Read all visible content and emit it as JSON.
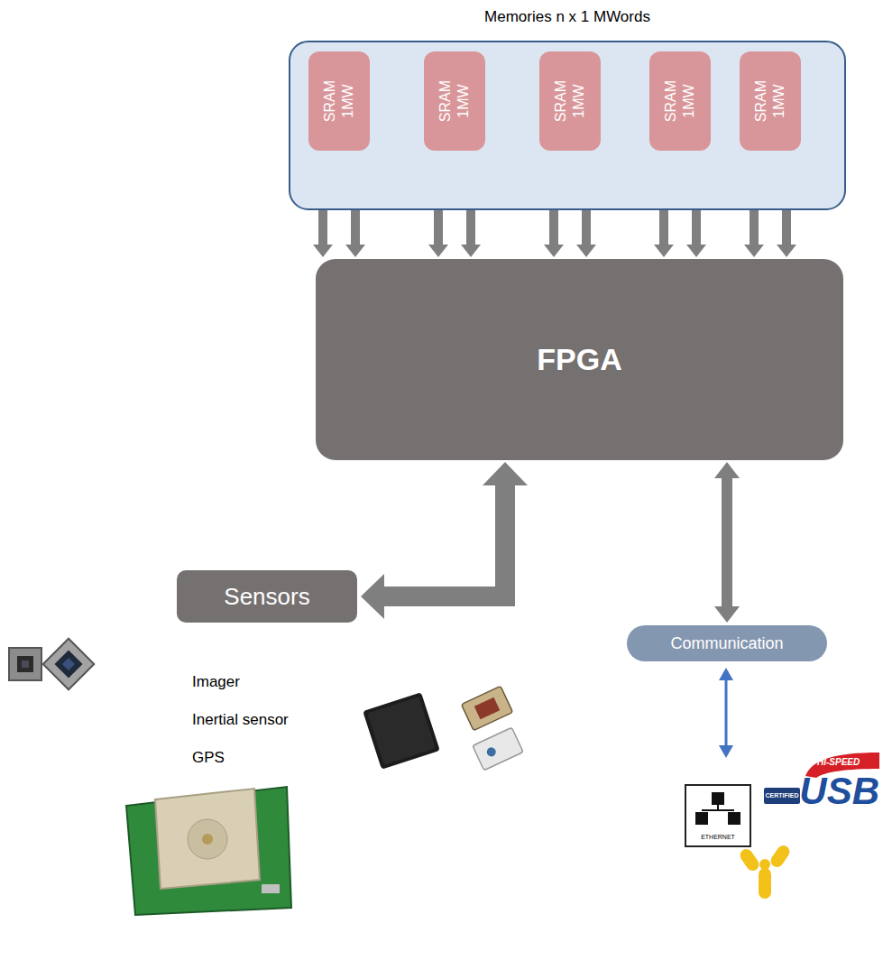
{
  "diagram": {
    "nodes": [
      {
        "text": [
          "Memories n x 1 MWords"
        ]
      },
      {
        "text": [
          "SRAM 1MW"
        ],
        "in": 0
      },
      {
        "text": [
          "SRAM 1MW"
        ],
        "in": 0
      },
      {
        "text": [
          "SRAM 1MW"
        ],
        "in": 0
      },
      {
        "text": [
          "SRAM 1MW"
        ],
        "in": 0
      },
      {
        "text": [
          "SRAM 1MW"
        ],
        "in": 0
      },
      {
        "text": [
          "FPGA"
        ]
      },
      {
        "text": [
          "Sensors"
        ]
      },
      {
        "text": [
          "Communication"
        ]
      }
    ],
    "edges": [
      {
        "from": 1,
        "to": 6,
        "arrow": "both"
      },
      {
        "from": 1,
        "to": 6,
        "arrow": "both"
      },
      {
        "from": 2,
        "to": 6,
        "arrow": "both"
      },
      {
        "from": 2,
        "to": 6,
        "arrow": "both"
      },
      {
        "from": 3,
        "to": 6,
        "arrow": "both"
      },
      {
        "from": 3,
        "to": 6,
        "arrow": "both"
      },
      {
        "from": 4,
        "to": 6,
        "arrow": "both"
      },
      {
        "from": 4,
        "to": 6,
        "arrow": "both"
      },
      {
        "from": 5,
        "to": 6,
        "arrow": "both"
      },
      {
        "from": 5,
        "to": 6,
        "arrow": "both"
      },
      {
        "from": 6,
        "to": 7,
        "arrow": "both"
      },
      {
        "from": 6,
        "to": 8,
        "arrow": "both"
      }
    ],
    "labels": [
      "Imager",
      "Inertial sensor",
      "GPS",
      "ETHERNET",
      "HI-SPEED",
      "CERTIFIED",
      "USB"
    ]
  }
}
